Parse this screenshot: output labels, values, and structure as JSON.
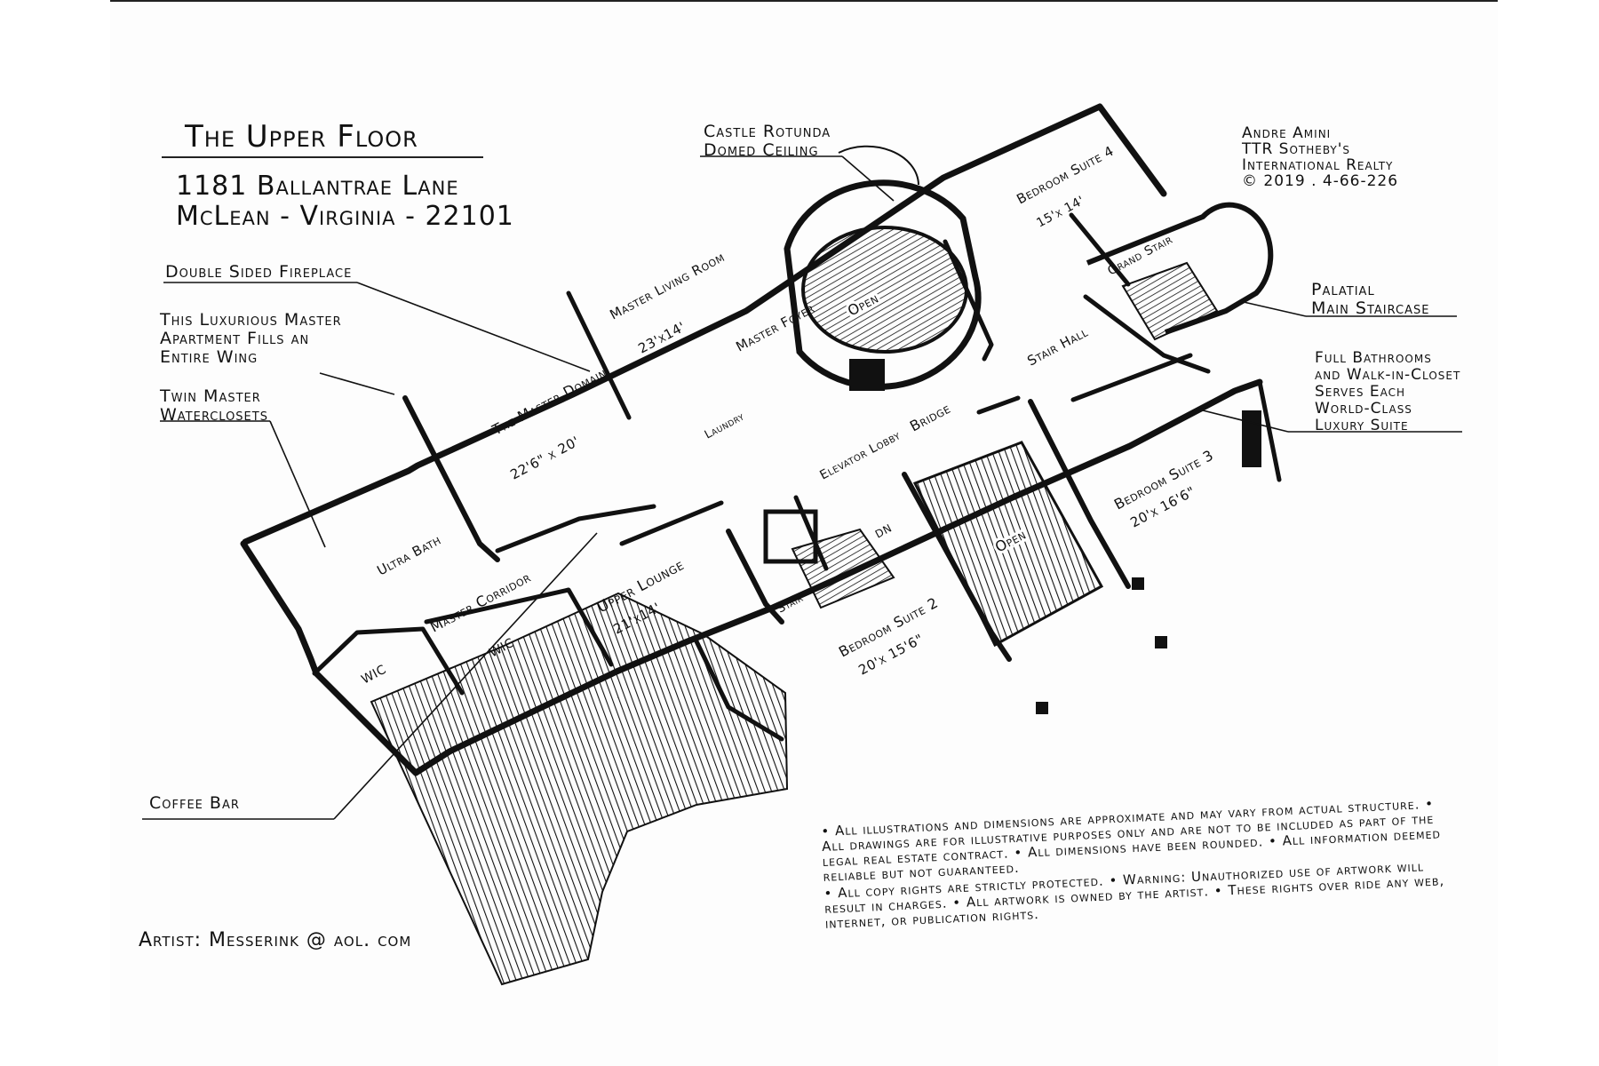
{
  "title": "The Upper Floor",
  "address": {
    "street": "1181 Ballantrae Lane",
    "city_line": "McLean - Virginia - 22101"
  },
  "agent": {
    "name": "Andre Amini",
    "brokerage_line1": "TTR Sotheby's",
    "brokerage_line2": "International Realty",
    "copyright": "© 2019 . 4-66-226"
  },
  "callouts": {
    "rotunda_line1": "Castle Rotunda",
    "rotunda_line2": "Domed Ceiling",
    "fireplace": "Double Sided Fireplace",
    "apartment_line1": "This Luxurious Master",
    "apartment_line2": "Apartment Fills an",
    "apartment_line3": "Entire Wing",
    "waterclosets_line1": "Twin Master",
    "waterclosets_line2": "Waterclosets",
    "staircase_line1": "Palatial",
    "staircase_line2": "Main Staircase",
    "suites_line1": "Full Bathrooms",
    "suites_line2": "and Walk-in-Closet",
    "suites_line3": "Serves Each",
    "suites_line4": "World-Class",
    "suites_line5": "Luxury Suite",
    "coffee_bar": "Coffee Bar"
  },
  "rooms": {
    "master_domain": "The Master Domain",
    "master_domain_dim": "22'6\" x 20'",
    "master_living": "Master Living Room",
    "master_living_dim": "23'x14'",
    "master_foyer": "Master Foyer",
    "laundry": "Laundry",
    "ultra_bath": "Ultra Bath",
    "master_corridor": "Master Corridor",
    "wic_1": "WIC",
    "wic_2": "WIC",
    "upper_lounge": "Upper Lounge",
    "upper_lounge_dim": "21'x14'",
    "elevator_lobby": "Elevator Lobby",
    "stair": "Stair",
    "dn": "DN",
    "bridge": "Bridge",
    "open_rotunda": "Open",
    "open_hall": "Open",
    "stair_hall": "Stair Hall",
    "grand_stair": "Grand Stair",
    "bedroom_2": "Bedroom Suite 2",
    "bedroom_2_dim": "20'x 15'6\"",
    "bedroom_3": "Bedroom Suite 3",
    "bedroom_3_dim": "20'x 16'6\"",
    "bedroom_4": "Bedroom Suite 4",
    "bedroom_4_dim": "15'x 14'"
  },
  "disclaimer": {
    "p1": "• All illustrations and dimensions are approximate and may vary from actual structure. • All drawings are for illustrative purposes only and are not to be included as part of the legal real estate contract. • All dimensions have been rounded. • All information deemed reliable but not guaranteed.",
    "p2": "• All copy rights are strictly protected. • Warning: Unauthorized use of artwork will result in charges. • All artwork is owned by the artist. • These rights over ride any web, internet, or publication rights."
  },
  "artist": "Artist: Messerink @ aol. com"
}
